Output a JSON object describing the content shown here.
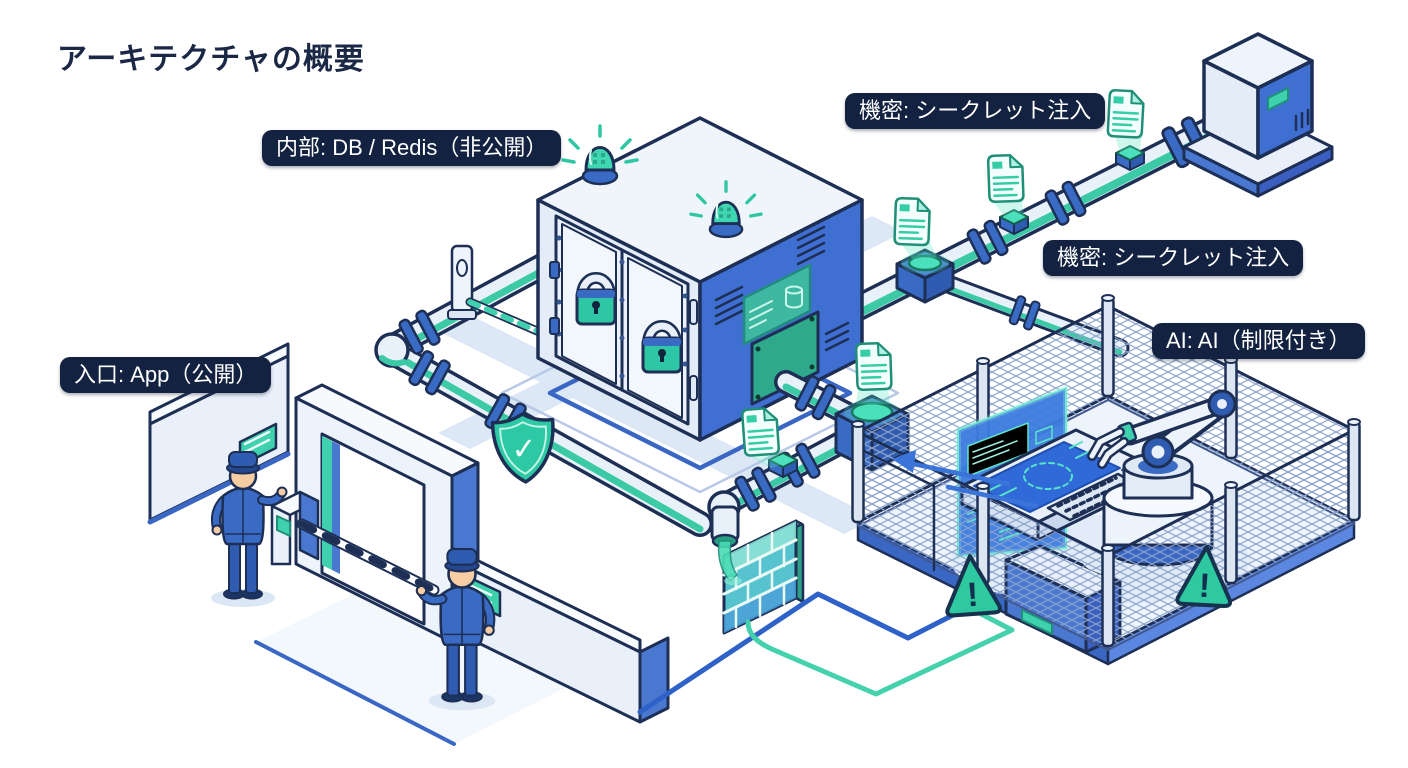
{
  "page": {
    "background": "#ffffff"
  },
  "title": {
    "text": "アーキテクチャの概要"
  },
  "labels": {
    "internal": {
      "text": "内部: DB / Redis（非公開）"
    },
    "secret_injection_top": {
      "text": "機密: シークレット注入"
    },
    "secret_injection_mid": {
      "text": "機密: シークレット注入"
    },
    "entry": {
      "text": "入口: App（公開）"
    },
    "ai": {
      "text": "AI: AI（制限付き）"
    }
  },
  "icons": {
    "shield_check": "✓",
    "warning_mark": "!"
  },
  "colors": {
    "outline": "#1e2f55",
    "label_bg": "#132240",
    "label_text": "#ffffff",
    "blue": "#3f6fd1",
    "blue_mid": "#3a6bc4",
    "blue_deep": "#2f5cb0",
    "teal": "#35cda6",
    "teal_glow": "#49e0bb",
    "light_face": "#e9f0fa",
    "floor_band": "#dce8f5",
    "screen_blue": "#3d7de0"
  }
}
